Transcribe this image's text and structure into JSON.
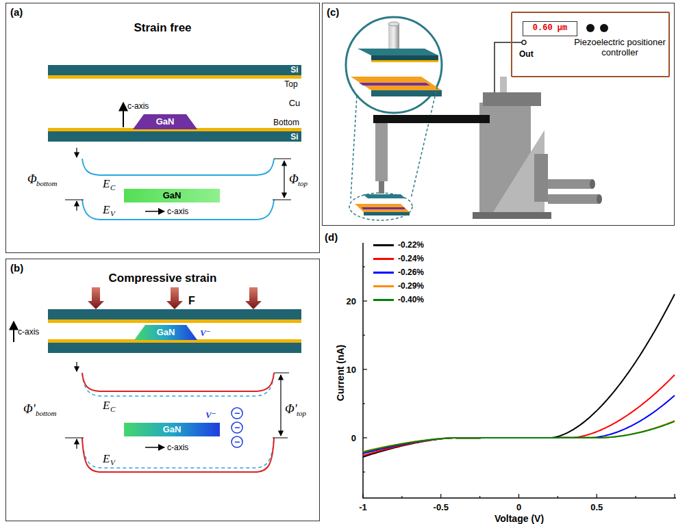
{
  "diagram": {
    "nodes": [
      {
        "text": [
          "(a)",
          "Strain free"
        ]
      },
      {
        "text": [
          "GaN"
        ],
        "in": 0
      },
      {
        "text": [
          "GaN"
        ],
        "in": 0
      },
      {
        "text": [
          "(b)",
          "Compressive strain"
        ]
      },
      {
        "text": [
          "GaN"
        ],
        "in": 3
      },
      {
        "text": [
          "GaN"
        ],
        "in": 3
      },
      {
        "text": [
          "−"
        ],
        "in": 3
      },
      {
        "text": [
          "−"
        ],
        "in": 3
      },
      {
        "text": [
          "−"
        ],
        "in": 3
      },
      {
        "text": [
          "(c)"
        ]
      },
      {
        "text": [
          "Out",
          "Piezoelectric positioner controller"
        ],
        "in": 9
      },
      {
        "text": [
          "0.60 µm"
        ],
        "in": 10
      }
    ],
    "labels": [
      "Si",
      "Top",
      "Cu",
      "c-axis",
      "Bottom",
      "Si",
      "Φ",
      "bottom",
      "E",
      "C",
      "Φ",
      "top",
      "E",
      "V",
      "c-axis",
      "F",
      "c-axis",
      "V⁻",
      "Φ'",
      "bottom",
      "E",
      "C",
      "Φ'",
      "top",
      "V⁻",
      "E",
      "V",
      "c-axis",
      "(d)",
      "20",
      "10",
      "0",
      "-1",
      "-0.5",
      "0",
      "0.5",
      "Current (nA)",
      "Voltage (V)"
    ],
    "legend": [
      {
        "text": "-0.22%",
        "color": "#000000"
      },
      {
        "text": "-0.24%",
        "color": "#ff0000"
      },
      {
        "text": "-0.26%",
        "color": "#0000ff"
      },
      {
        "text": "-0.29%",
        "color": "#ff8c00"
      },
      {
        "text": "-0.40%",
        "color": "#008000"
      }
    ]
  }
}
